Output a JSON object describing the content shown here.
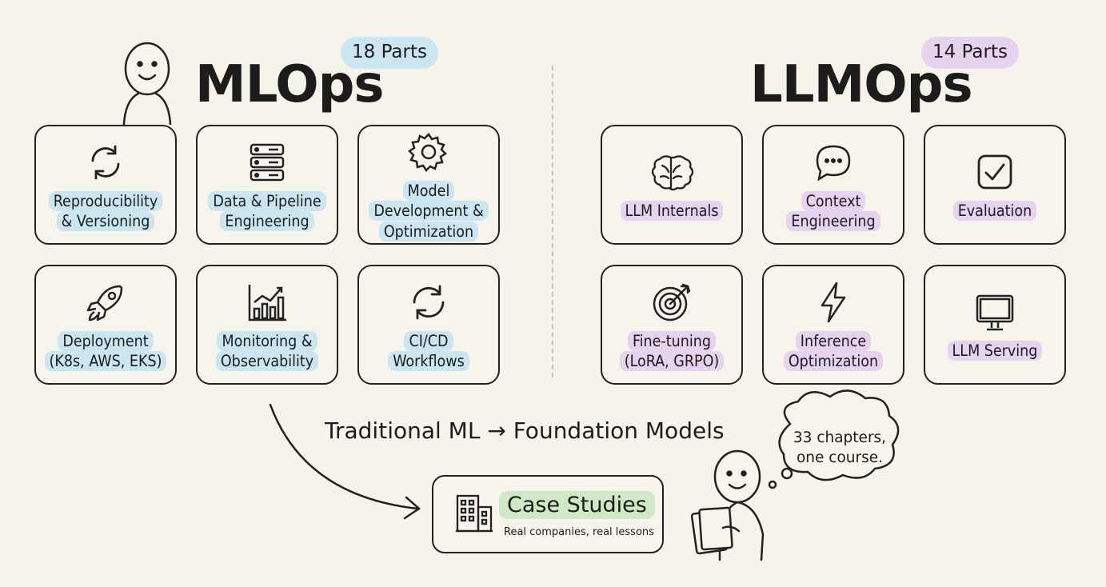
{
  "mlops": {
    "title": "MLOps",
    "badge": "18 Parts",
    "accent": "#cbe6f1",
    "cards": [
      {
        "label": "Reproducibility\n& Versioning",
        "icon": "refresh-icon"
      },
      {
        "label": "Data & Pipeline\nEngineering",
        "icon": "server-stack-icon"
      },
      {
        "label": "Model\nDevelopment &\nOptimization",
        "icon": "gear-icon"
      },
      {
        "label": "Deployment\n(K8s, AWS, EKS)",
        "icon": "rocket-icon"
      },
      {
        "label": "Monitoring &\nObservability",
        "icon": "bar-chart-icon"
      },
      {
        "label": "CI/CD\nWorkflows",
        "icon": "cycle-arrows-icon"
      }
    ]
  },
  "llmops": {
    "title": "LLMOps",
    "badge": "14 Parts",
    "accent": "#e6d3ef",
    "cards": [
      {
        "label": "LLM Internals",
        "icon": "brain-icon"
      },
      {
        "label": "Context\nEngineering",
        "icon": "chat-bubble-icon"
      },
      {
        "label": "Evaluation",
        "icon": "checkbox-icon"
      },
      {
        "label": "Fine-tuning\n(LoRA, GRPO)",
        "icon": "target-icon"
      },
      {
        "label": "Inference\nOptimization",
        "icon": "lightning-icon"
      },
      {
        "label": "LLM Serving",
        "icon": "monitor-icon"
      }
    ]
  },
  "subtitle": "Traditional ML → Foundation Models",
  "case_study": {
    "title": "Case Studies",
    "subtitle": "Real companies, real lessons",
    "icon": "building-icon",
    "accent": "#cfe9c7"
  },
  "thought_bubble": "33 chapters,\none course."
}
